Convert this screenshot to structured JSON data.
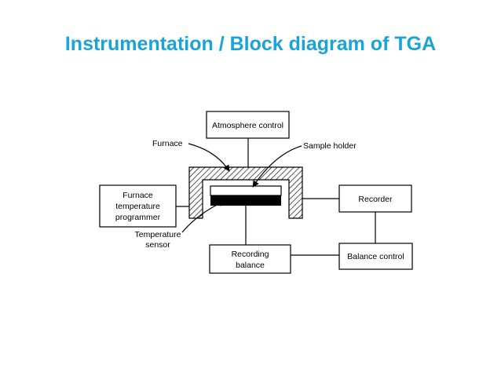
{
  "title": "Instrumentation / Block diagram of TGA",
  "colors": {
    "title": "#1aa3d6",
    "line": "#000000",
    "background": "#ffffff"
  },
  "blocks": {
    "atmosphere_control": "Atmosphere control",
    "furnace_temperature_programmer": [
      "Furnace",
      "temperature",
      "programmer"
    ],
    "recorder": "Recorder",
    "recording_balance": [
      "Recording",
      "balance"
    ],
    "balance_control": "Balance control"
  },
  "callouts": {
    "furnace": "Furnace",
    "sample_holder": "Sample holder",
    "temperature_sensor": [
      "Temperature",
      "sensor"
    ]
  }
}
